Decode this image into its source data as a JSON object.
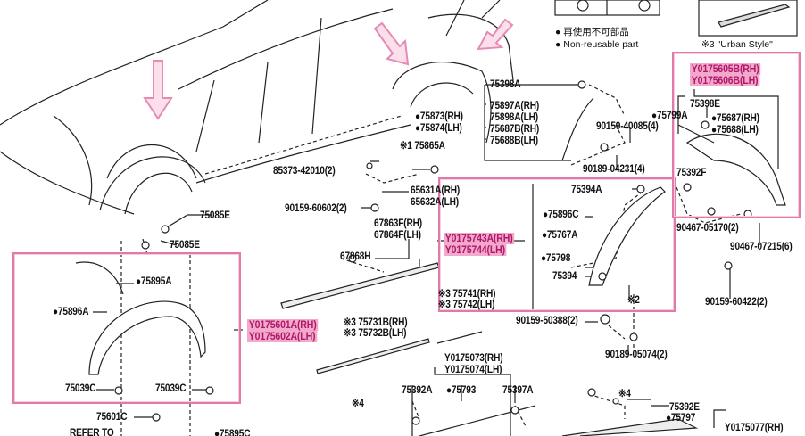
{
  "legend": {
    "non_reusable_jp": "● 再使用不可部品",
    "non_reusable_en": "● Non-reusable part",
    "urban_style": "※3 \"Urban Style\""
  },
  "highlight_color": "#f2a9cb",
  "groups": {
    "front": {
      "rh": "Y0175601A(RH)",
      "lh": "Y0175602A(LH)"
    },
    "rear_door": {
      "rh": "Y0175743A(RH)",
      "lh": "Y0175744(LH)"
    },
    "rear": {
      "rh": "Y0175605B(RH)",
      "lh": "Y0175606B(LH)"
    },
    "rocker": {
      "rh": "Y0175073(RH)",
      "lh": "Y0175074(LH)"
    },
    "rear_lower": {
      "rh": "Y0175077(RH)"
    }
  },
  "parts": [
    "75398A",
    "75897A(RH)",
    "75898A(LH)",
    "75687B(RH)",
    "75688B(LH)",
    "●75873(RH)",
    "●75874(LH)",
    "※1 75865A",
    "85373-42010(2)",
    "65631A(RH)",
    "65632A(LH)",
    "90159-60602(2)",
    "75085E",
    "75085E",
    "67863F(RH)",
    "67864F(LH)",
    "67868H",
    "●75895A",
    "●75896A",
    "※3 75731B(RH)",
    "※3 75732B(LH)",
    "75039C",
    "75039C",
    "75601C",
    "REFER TO",
    "●75895C",
    "75392A",
    "●75793",
    "75397A",
    "※4",
    "90159-50388(2)",
    "90189-05074(2)",
    "※4",
    "75392E",
    "●75797",
    "75394A",
    "●75896C",
    "●75767A",
    "●75798",
    "75394",
    "※2",
    "※3 75741(RH)",
    "※3 75742(LH)",
    "90159-40085(4)",
    "90189-04231(4)",
    "●75799A",
    "75398E",
    "●75687(RH)",
    "●75688(LH)",
    "75392F",
    "90467-05170(2)",
    "90467-07215(6)",
    "90159-60422(2)"
  ]
}
